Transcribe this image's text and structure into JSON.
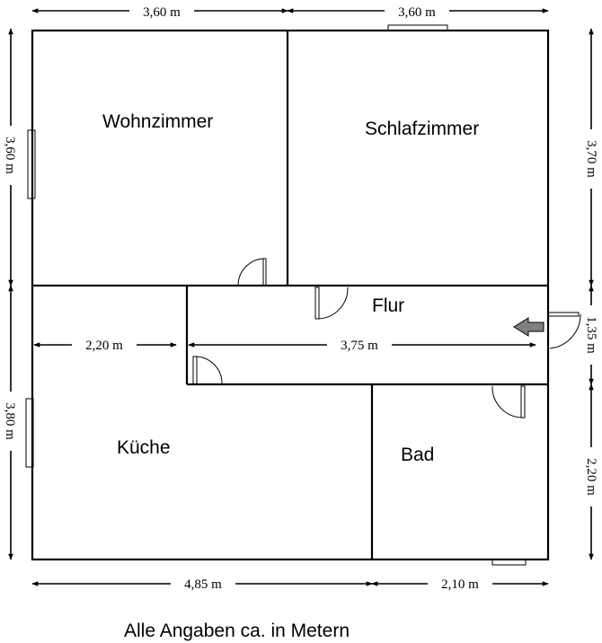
{
  "rooms": {
    "wohnzimmer": "Wohnzimmer",
    "schlafzimmer": "Schlafzimmer",
    "flur": "Flur",
    "kueche": "Küche",
    "bad": "Bad"
  },
  "dimensions": {
    "top_left": "3,60 m",
    "top_right": "3,60 m",
    "left_upper": "3,60 m",
    "left_lower": "3,80 m",
    "right_upper": "3,70 m",
    "right_middle": "1,35 m",
    "right_lower": "2,20 m",
    "kitchen_inner": "2,20 m",
    "hall_inner": "3,75 m",
    "bottom_left": "4,85 m",
    "bottom_right": "2,10 m"
  },
  "caption": "Alle Angaben ca. in Metern",
  "colors": {
    "line": "#000000",
    "entrance_arrow": "#808080",
    "background": "#ffffff"
  }
}
